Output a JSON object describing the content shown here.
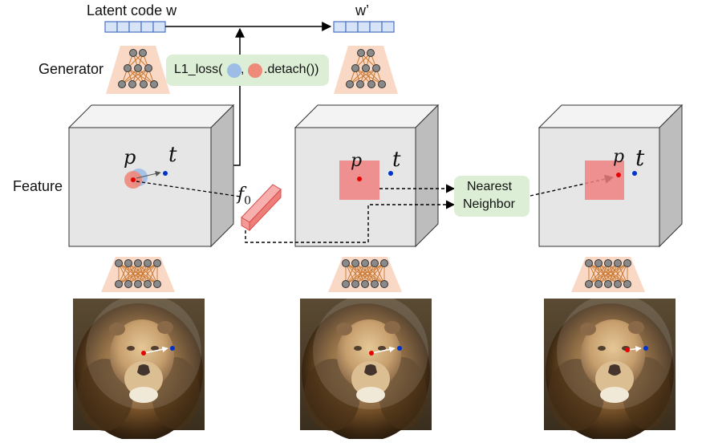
{
  "labels": {
    "latent_code": "Latent code w",
    "w_prime": "w’",
    "generator": "Generator",
    "feature": "Feature",
    "loss_prefix": "L1_loss(",
    "loss_comma": ",",
    "loss_suffix": ".detach())",
    "f0": "f",
    "f0_sub": "0",
    "p": "p",
    "t": "t",
    "nearest_line1": "Nearest",
    "nearest_line2": "Neighbor"
  },
  "colors": {
    "code_fill": "#d7e3f6",
    "code_stroke": "#4a72c4",
    "generator_bg": "#f9d9c6",
    "neuron": "#8a8a8a",
    "edge": "#c8752d",
    "cube_front": "#e6e6e6",
    "cube_top": "#f3f3f3",
    "cube_side": "#bdbdbd",
    "loss_box": "#dcefd6",
    "nn_box": "#dcefd6",
    "handle_red": "#e60000",
    "target_blue": "#0033cc",
    "patch_red": "#f08080",
    "blue_circle": "#9dbde6",
    "red_circle": "#ee8a7a"
  },
  "icons": [
    "generator-network-icon",
    "lion-photo",
    "feature-cube"
  ]
}
